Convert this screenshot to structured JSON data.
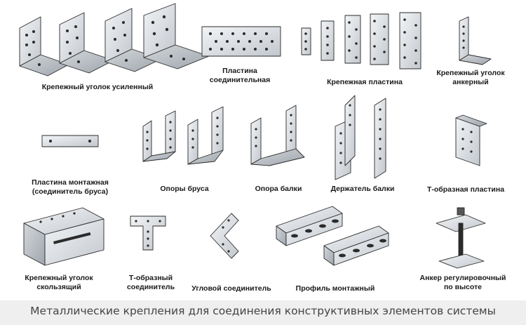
{
  "items": [
    {
      "lines": [
        "Крепежный уголок усиленный"
      ]
    },
    {
      "lines": [
        "Пластина",
        "соединительная"
      ]
    },
    {
      "lines": [
        "Крепежная пластина"
      ]
    },
    {
      "lines": [
        "Крепежный уголок",
        "анкерный"
      ]
    },
    {
      "lines": [
        "Пластина монтажная",
        "(соединитель бруса)"
      ]
    },
    {
      "lines": [
        "Опоры бруса"
      ]
    },
    {
      "lines": [
        "Опора балки"
      ]
    },
    {
      "lines": [
        "Держатель балки"
      ]
    },
    {
      "lines": [
        "Т-образная пластина"
      ]
    },
    {
      "lines": [
        "Крепежный уголок",
        "скользящий"
      ]
    },
    {
      "lines": [
        "Т-образный",
        "соединитель"
      ]
    },
    {
      "lines": [
        "Угловой соединитель"
      ]
    },
    {
      "lines": [
        "Профиль монтажный"
      ]
    },
    {
      "lines": [
        "Анкер регулировочный",
        "по высоте"
      ]
    }
  ],
  "caption": "Металлические крепления для соединения конструктивных элементов системы",
  "colors": {
    "metal_light": "#e6e9ec",
    "metal_mid": "#c5cad0",
    "metal_dark": "#9aa1a8",
    "outline": "#2a2a2a",
    "hole": "#2b2b2b"
  }
}
